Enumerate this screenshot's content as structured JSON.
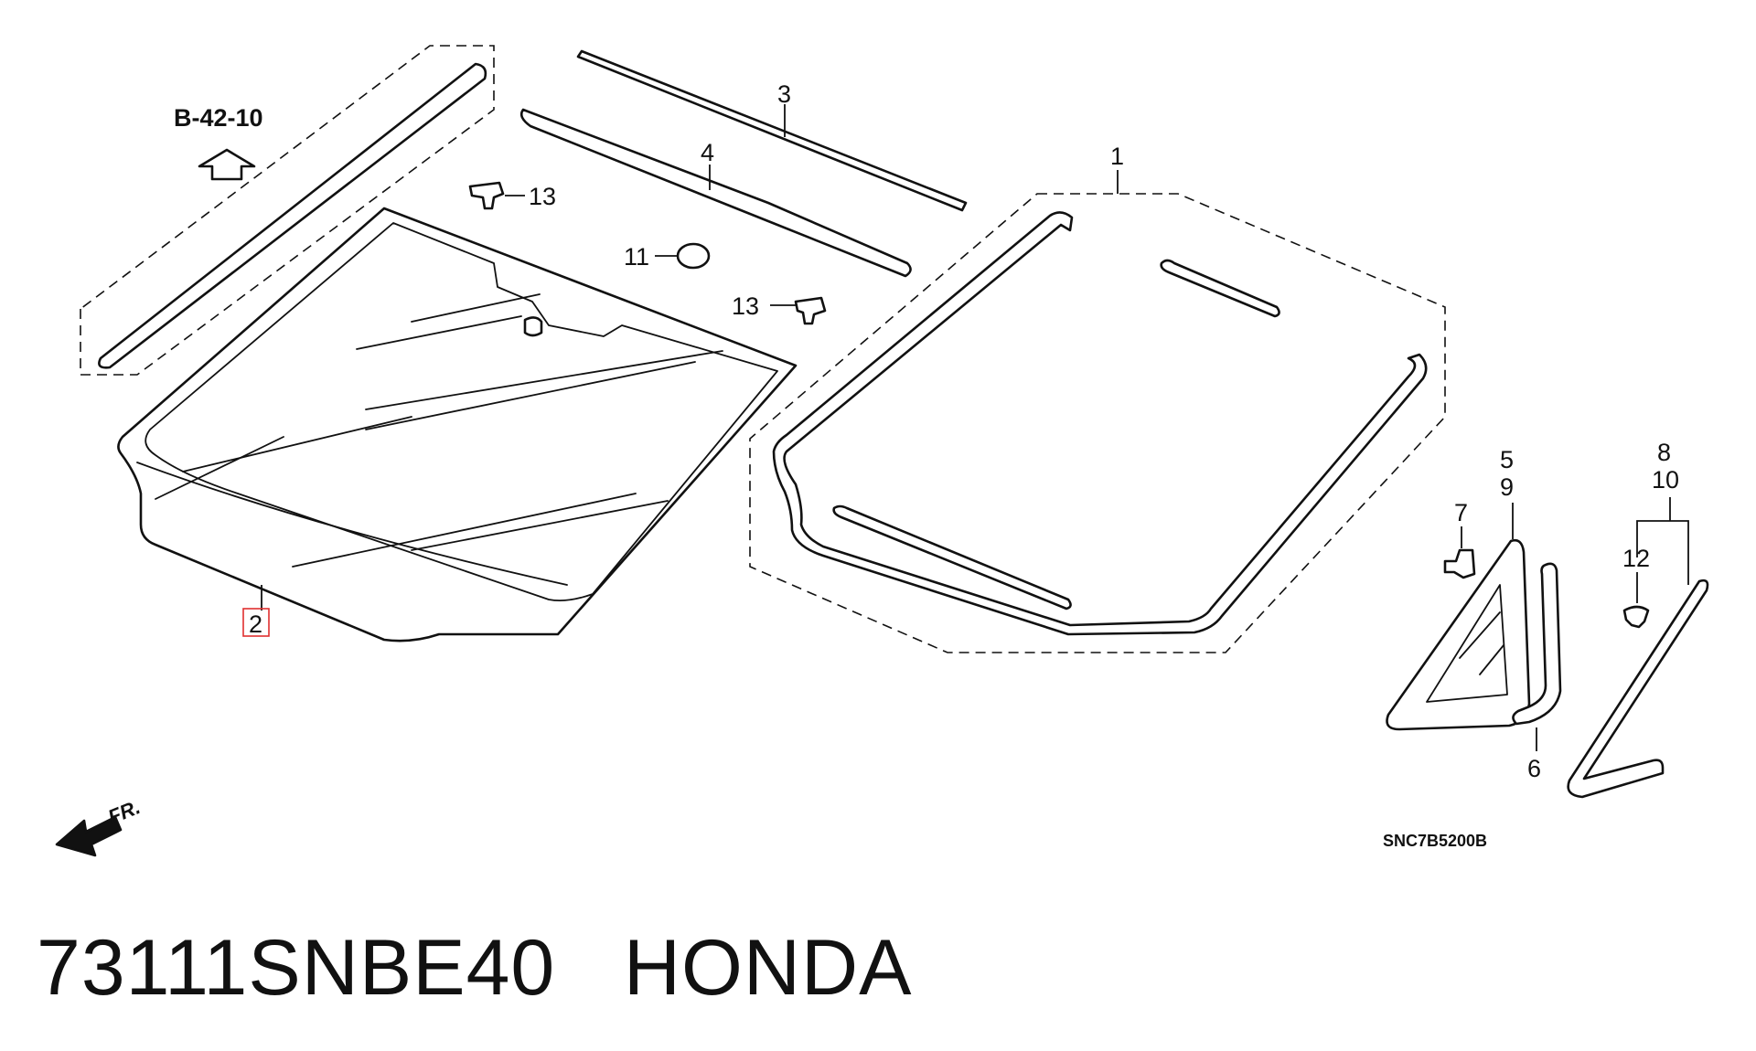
{
  "diagram": {
    "reference": "B-42-10",
    "diagram_code": "SNC7B5200B",
    "front_label": "FR.",
    "callouts": [
      "1",
      "2",
      "3",
      "4",
      "5",
      "6",
      "7",
      "8",
      "9",
      "10",
      "11",
      "12",
      "13",
      "13"
    ],
    "highlight_color": "#e03030",
    "line_color": "#111111"
  },
  "caption": {
    "part_number": "73111SNBE40",
    "brand": "HONDA"
  }
}
